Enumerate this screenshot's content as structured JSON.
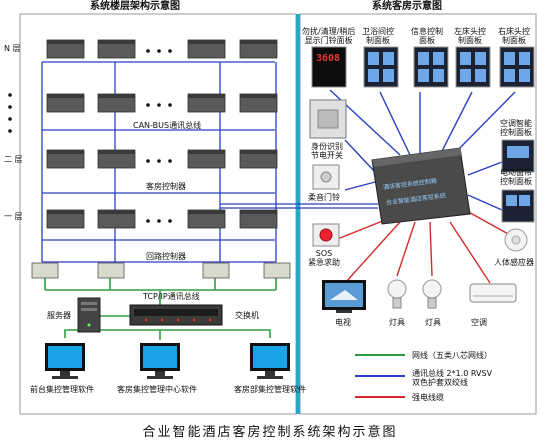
{
  "left_title": "系统楼层架构示意图",
  "right_title": "系统客房示意图",
  "floors": {
    "n": "N 层",
    "two": "二 层",
    "one": "一 层"
  },
  "can_bus_label": "CAN-BUS通讯总线",
  "room_controller_label": "客房控制器",
  "loop_controller_label": "回路控制器",
  "tcpip_label": "TCP/IP通讯总线",
  "server_label": "服务器",
  "switch_label": "交换机",
  "software": [
    "前台集控管理软件",
    "客房集控管理中心软件",
    "客房部集控管理软件"
  ],
  "room_panels": {
    "dnd_display": "勿扰/清理/稍后\n显示门铃面板",
    "bath": "卫浴间控\n制面板",
    "info": "信息控制\n面板",
    "left_bed": "左床头控\n制面板",
    "right_bed": "右床头控\n制面板"
  },
  "display_number": "3608",
  "controller_text": [
    "酒店客控系统控制箱",
    "合业智能酒店客控系统"
  ],
  "devices": {
    "card": "身份识别\n节电开关",
    "bell": "柔音门铃",
    "sos": "SOS\n紧急求助",
    "ac_panel": "空调智能\n控制面板",
    "curtain": "电动窗帘\n控制面板",
    "sensor": "人体感应器",
    "tv": "电视",
    "lamp1": "灯具",
    "lamp2": "灯具",
    "ac": "空调"
  },
  "legend": [
    {
      "label": "网线（五类八芯网线）",
      "color": "#2e9e3e"
    },
    {
      "label": "通讯总线 2*1.0 RVSV\n双色护套双绞线",
      "color": "#2b3fc8"
    },
    {
      "label": "强电线缆",
      "color": "#d62b2b"
    }
  ],
  "caption": "合业智能酒店客房控制系统架构示意图"
}
